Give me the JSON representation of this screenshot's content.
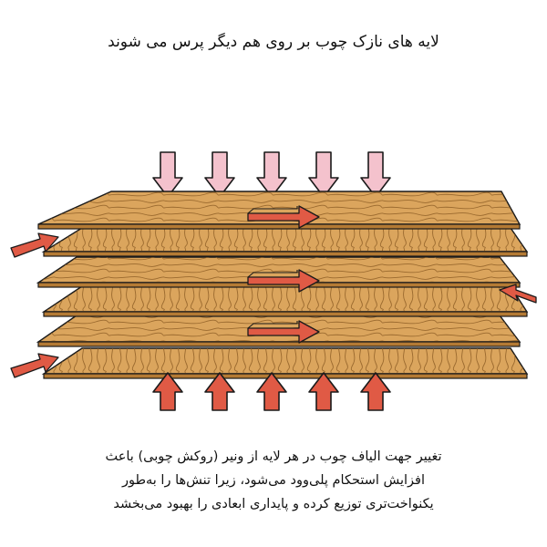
{
  "title": "لایه های نازک چوب بر روی هم دیگر پرس می شوند",
  "caption": {
    "line1": "تغییر جهت الیاف چوب در هر لایه از ونیر (روکش چوبی) باعث",
    "line2": "افزایش استحکام پلی‌وود می‌شود، زیرا تنش‌ها را به‌طور",
    "line3": "یکنواخت‌تری توزیع کرده و پایداری ابعادی را بهبود می‌بخشد"
  },
  "colors": {
    "wood_face": "#dba55d",
    "wood_edge": "#b47a34",
    "grain": "#7a4f1e",
    "outline": "#1a1a1a",
    "press_arrow_top": "#f4c2cd",
    "press_arrow_bottom": "#e05a45",
    "grain_arrow": "#e05a45"
  },
  "layers": 6,
  "icons": [
    "press-down-arrow",
    "press-up-arrow",
    "grain-direction-arrow"
  ]
}
